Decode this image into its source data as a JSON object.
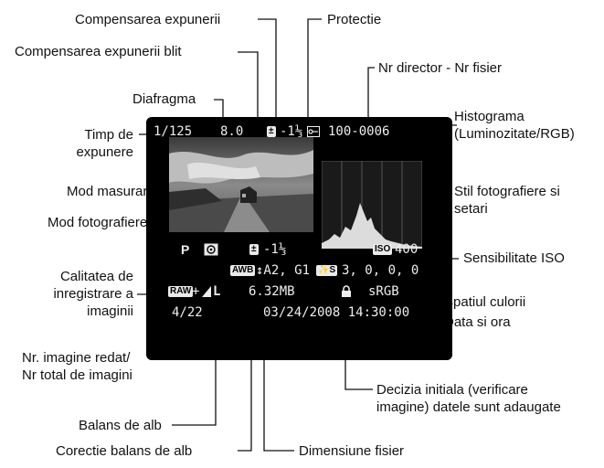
{
  "labels": {
    "exposure_comp": "Compensarea expunerii",
    "protection": "Protectie",
    "flash_comp": "Compensarea expunerii blit",
    "folder_file": "Nr director - Nr fisier",
    "aperture": "Diafragma",
    "histogram": [
      "Histograma",
      "(Luminozitate/RGB)"
    ],
    "shutter": [
      "Timp de",
      "expunere"
    ],
    "metering": "Mod masurare",
    "picture_style": [
      "Stil fotografiere si",
      "setari"
    ],
    "shooting_mode": "Mod fotografiere",
    "iso": "Sensibilitate ISO",
    "quality": [
      "Calitatea de",
      "inregistrare a",
      "imaginii"
    ],
    "color_space": "Spatiul culorii",
    "datetime": "Data si ora",
    "image_count": [
      "Nr. imagine redat/",
      "Nr total de imagini"
    ],
    "verification": [
      "Decizia initiala (verificare",
      "imagine) datele sunt adaugate"
    ],
    "white_balance": "Balans de alb",
    "wb_correction": "Corectie balans de alb",
    "file_size": "Dimensiune fisier"
  },
  "screen": {
    "shutter": "1/125",
    "aperture": "8.0",
    "exp_comp_icon": "±",
    "exp_comp": "-1⅓",
    "protect_icon": "key-icon",
    "folder_file": "100-0006",
    "mode": "P",
    "flash_icon": "±",
    "flash_comp": "-1⅓",
    "iso_icon": "ISO",
    "iso": "400",
    "awb": "AWB",
    "wb_corr": "↕A2, G1",
    "style_icon": "✨S",
    "style_vals": "3, 0, 0, 0",
    "raw": "RAW",
    "plus_l": "+",
    "quality_l": "L",
    "file_size": "6.32MB",
    "color_space": "sRGB",
    "count": "4/22",
    "datetime": "03/24/2008 14:30:00"
  },
  "colors": {
    "screen_bg": "#000000",
    "text": "#eeeeee",
    "line": "#111111"
  }
}
